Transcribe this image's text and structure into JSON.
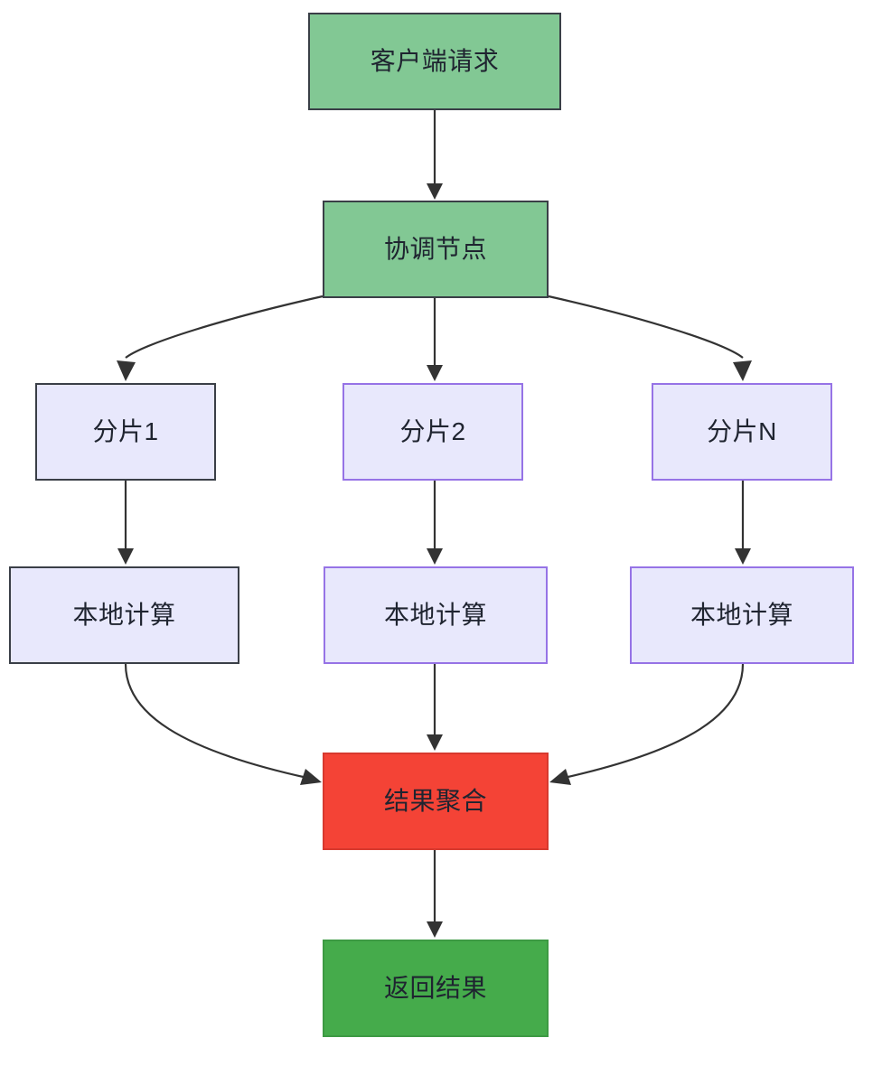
{
  "diagram": {
    "type": "flowchart",
    "direction": "top-to-bottom",
    "title": "",
    "colors": {
      "green_light": "#82c894",
      "green_strong": "#45ab4b",
      "lavender_fill": "#e8e8fc",
      "purple_border": "#9673e6",
      "dark_border": "#3a3f47",
      "red_fill": "#f44336",
      "red_border": "#d7392e",
      "edge_stroke": "#333333",
      "text": "#1f2430",
      "background": "#ffffff"
    },
    "nodes": [
      {
        "id": "client",
        "label": "客户端请求",
        "shape": "rect",
        "fill": "#82c894",
        "border": "#3a3f47"
      },
      {
        "id": "coord",
        "label": "协调节点",
        "shape": "rect",
        "fill": "#82c894",
        "border": "#3a3f47"
      },
      {
        "id": "shard1",
        "label": "分片1",
        "shape": "rect",
        "fill": "#e8e8fc",
        "border": "#3a3f47"
      },
      {
        "id": "shard2",
        "label": "分片2",
        "shape": "rect",
        "fill": "#e8e8fc",
        "border": "#9673e6"
      },
      {
        "id": "shardn",
        "label": "分片N",
        "shape": "rect",
        "fill": "#e8e8fc",
        "border": "#9673e6"
      },
      {
        "id": "calc1",
        "label": "本地计算",
        "shape": "rect",
        "fill": "#e8e8fc",
        "border": "#3a3f47"
      },
      {
        "id": "calc2",
        "label": "本地计算",
        "shape": "rect",
        "fill": "#e8e8fc",
        "border": "#9673e6"
      },
      {
        "id": "calc3",
        "label": "本地计算",
        "shape": "rect",
        "fill": "#e8e8fc",
        "border": "#9673e6"
      },
      {
        "id": "aggregate",
        "label": "结果聚合",
        "shape": "rect",
        "fill": "#f44336",
        "border": "#d7392e"
      },
      {
        "id": "return",
        "label": "返回结果",
        "shape": "rect",
        "fill": "#45ab4b",
        "border": "#3d9a43"
      }
    ],
    "edges": [
      {
        "from": "client",
        "to": "coord",
        "style": "straight",
        "arrow": "to"
      },
      {
        "from": "coord",
        "to": "shard1",
        "style": "curved",
        "arrow": "to"
      },
      {
        "from": "coord",
        "to": "shard2",
        "style": "straight",
        "arrow": "to"
      },
      {
        "from": "coord",
        "to": "shardn",
        "style": "curved",
        "arrow": "to"
      },
      {
        "from": "shard1",
        "to": "calc1",
        "style": "straight",
        "arrow": "to"
      },
      {
        "from": "shard2",
        "to": "calc2",
        "style": "straight",
        "arrow": "to"
      },
      {
        "from": "shardn",
        "to": "calc3",
        "style": "straight",
        "arrow": "to"
      },
      {
        "from": "calc1",
        "to": "aggregate",
        "style": "curved",
        "arrow": "to"
      },
      {
        "from": "calc2",
        "to": "aggregate",
        "style": "straight",
        "arrow": "to"
      },
      {
        "from": "calc3",
        "to": "aggregate",
        "style": "curved",
        "arrow": "to"
      },
      {
        "from": "aggregate",
        "to": "return",
        "style": "straight",
        "arrow": "to"
      }
    ]
  }
}
